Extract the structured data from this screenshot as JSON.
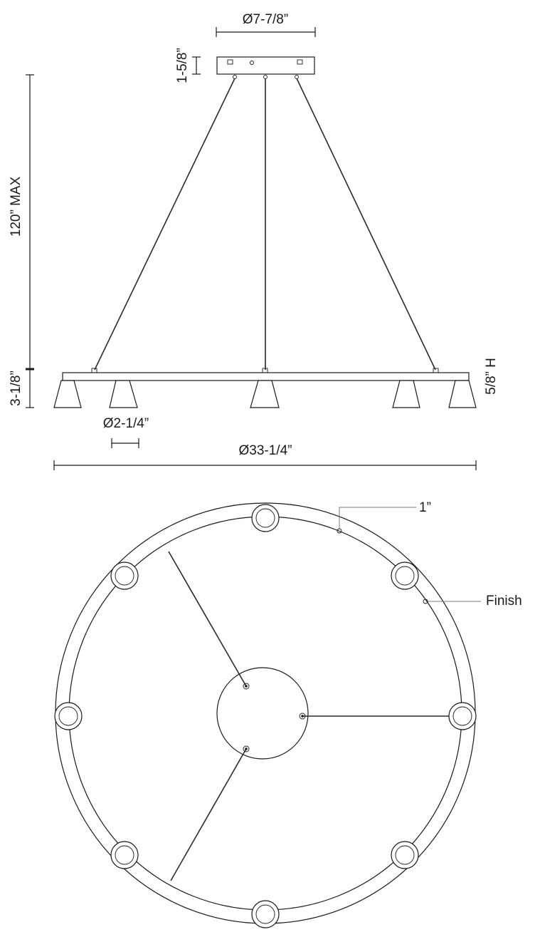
{
  "dimensions": {
    "canopy_diameter": "Ø7-7/8”",
    "canopy_height": "1-5/8”",
    "overall_height": "120” MAX",
    "fixture_height": "3-1/8”",
    "ring_profile": "5/8” H",
    "shade_diameter": "Ø2-1/4”",
    "overall_diameter": "Ø33-1/4”",
    "ring_width": "1”"
  },
  "callouts": {
    "finish": "Finish"
  }
}
